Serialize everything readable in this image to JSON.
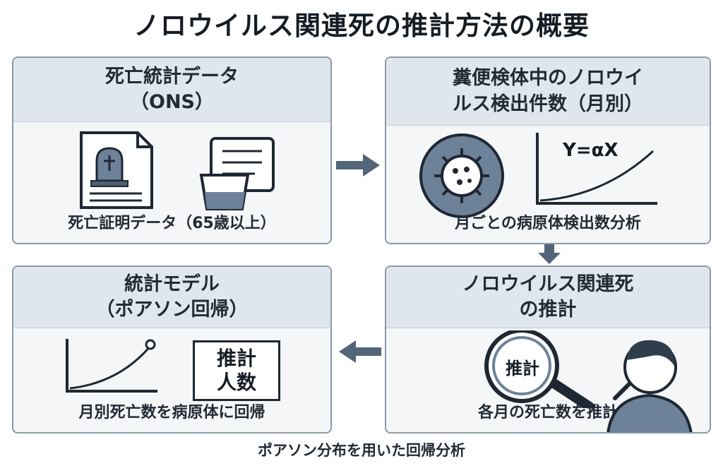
{
  "title": "ノロウイルス関連死の推計方法の概要",
  "panels": {
    "death_stats": {
      "heading_line1": "死亡統計データ",
      "heading_line2": "（ONS）",
      "footer": "死亡証明データ（65歳以上）"
    },
    "stool_tests": {
      "heading_line1": "糞便検体中のノロウイ",
      "heading_line2": "ルス検出件数（月別）",
      "formula": "Y=αX",
      "footer": "月ごとの病原体検出数分析"
    },
    "norovirus_deaths": {
      "heading_line1": "ノロウイルス関連死",
      "heading_line2": "の推計",
      "lens_label": "推計",
      "footer": "各月の死亡数を推計"
    },
    "stat_model": {
      "heading_line1": "統計モデル",
      "heading_line2": "（ポアソン回帰）",
      "box_line1": "推計",
      "box_line2": "人数",
      "footer": "月別死亡数を病原体に回帰"
    }
  },
  "caption": "ポアソン分布を用いた回帰分析",
  "icons": [
    "death-certificate-icon",
    "specimen-cup-icon",
    "virus-icon",
    "line-graph-icon",
    "magnifier-icon",
    "person-icon",
    "curve-graph-icon"
  ],
  "colors": {
    "panel_border": "#8d9aa9",
    "panel_header": "#dfe6ee",
    "arrow": "#536579",
    "icon_fill": "#6d8299"
  }
}
